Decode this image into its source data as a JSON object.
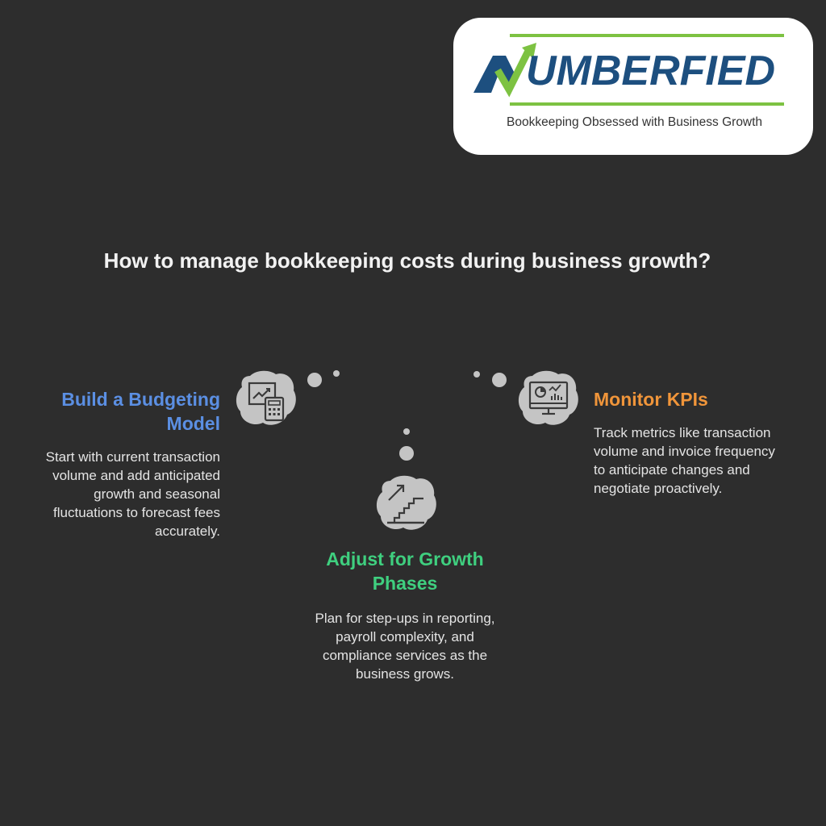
{
  "logo": {
    "wordmark": "UMBERFIED",
    "full_name": "NUMBERFIED",
    "tagline": "Bookkeeping Obsessed with Business Growth",
    "colors": {
      "navy": "#1d4f7f",
      "green": "#7dc242"
    }
  },
  "title": "How to manage bookkeeping costs during business growth?",
  "items": [
    {
      "heading_line1": "Build a Budgeting",
      "heading_line2": "Model",
      "color": "#5b8fe3",
      "icon": "chart-calculator-icon",
      "desc_lines": [
        "Start with current transaction",
        "volume and add anticipated",
        "growth and seasonal",
        "fluctuations to forecast fees",
        "accurately."
      ]
    },
    {
      "heading_line1": "Adjust for Growth",
      "heading_line2": "Phases",
      "color": "#3fcf7f",
      "icon": "stairs-growth-icon",
      "desc_lines": [
        "Plan for step-ups in reporting,",
        "payroll complexity, and",
        "compliance services as the",
        "business grows."
      ]
    },
    {
      "heading_line1": "Monitor KPIs",
      "color": "#f0953a",
      "icon": "monitor-dashboard-icon",
      "desc_lines": [
        "Track metrics like transaction",
        "volume and invoice frequency",
        "to anticipate changes and",
        "negotiate proactively."
      ]
    }
  ],
  "colors": {
    "background": "#2d2d2d",
    "cloud": "#c4c4c4",
    "icon_stroke": "#3a3a3a"
  }
}
